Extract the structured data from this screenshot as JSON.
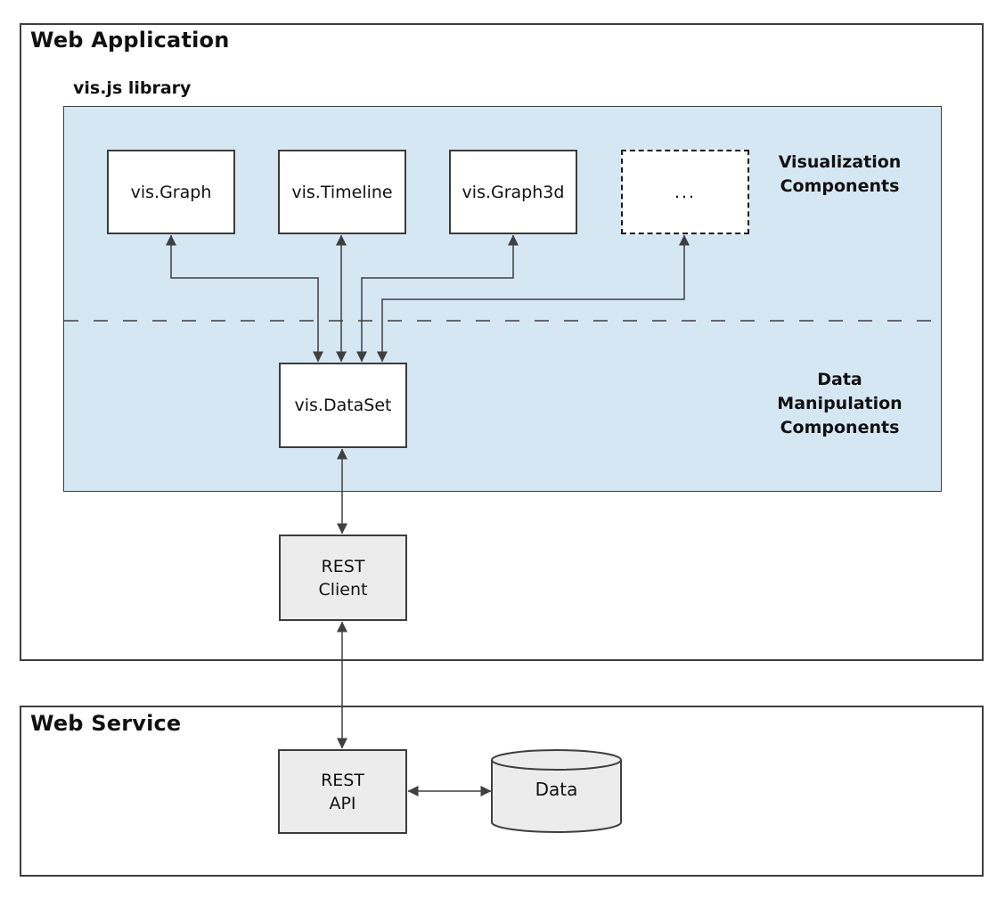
{
  "colors": {
    "library_bg": "#d6e7f4",
    "box_gray": "#ececec",
    "border": "#3f3f3f",
    "arrow": "#3f3f3f",
    "text": "#111111"
  },
  "web_application": {
    "title": "Web Application",
    "library": {
      "title": "vis.js library",
      "visualization_label": "Visualization\nComponents",
      "data_manipulation_label": "Data\nManipulation\nComponents",
      "components": [
        {
          "label": "vis.Graph"
        },
        {
          "label": "vis.Timeline"
        },
        {
          "label": "vis.Graph3d"
        },
        {
          "label": "..."
        }
      ],
      "dataset_label": "vis.DataSet"
    },
    "rest_client_label": "REST\nClient"
  },
  "web_service": {
    "title": "Web Service",
    "rest_api_label": "REST\nAPI",
    "data_store_label": "Data"
  }
}
